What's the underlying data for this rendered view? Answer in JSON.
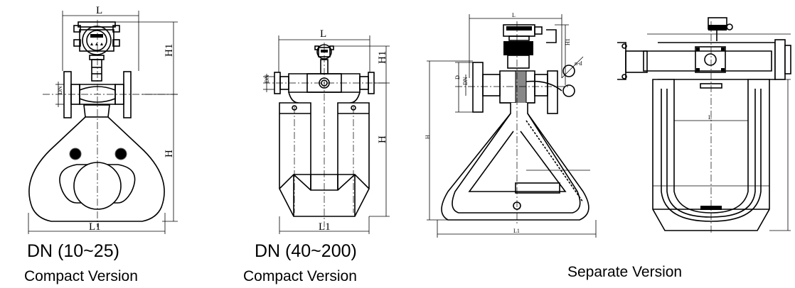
{
  "views": [
    {
      "dimensions": {
        "top": "L",
        "right_upper": "H1",
        "left": "DN",
        "right_lower": "H",
        "bottom": "L1"
      },
      "caption_size": "DN (10~25)",
      "caption_version": "Compact Version"
    },
    {
      "dimensions": {
        "top": "L",
        "right_upper": "H1",
        "left": "DN",
        "right_lower": "H",
        "bottom": "L1"
      },
      "caption_size": "DN (40~200)",
      "caption_version": "Compact Version"
    }
  ],
  "separate": {
    "caption_version": "Separate Version",
    "dimensions": {
      "top": "L",
      "h1": "H1",
      "d": "D",
      "dn": "DN",
      "h": "H",
      "bottom": "L1",
      "flange": "n-d",
      "mid": "L"
    }
  }
}
